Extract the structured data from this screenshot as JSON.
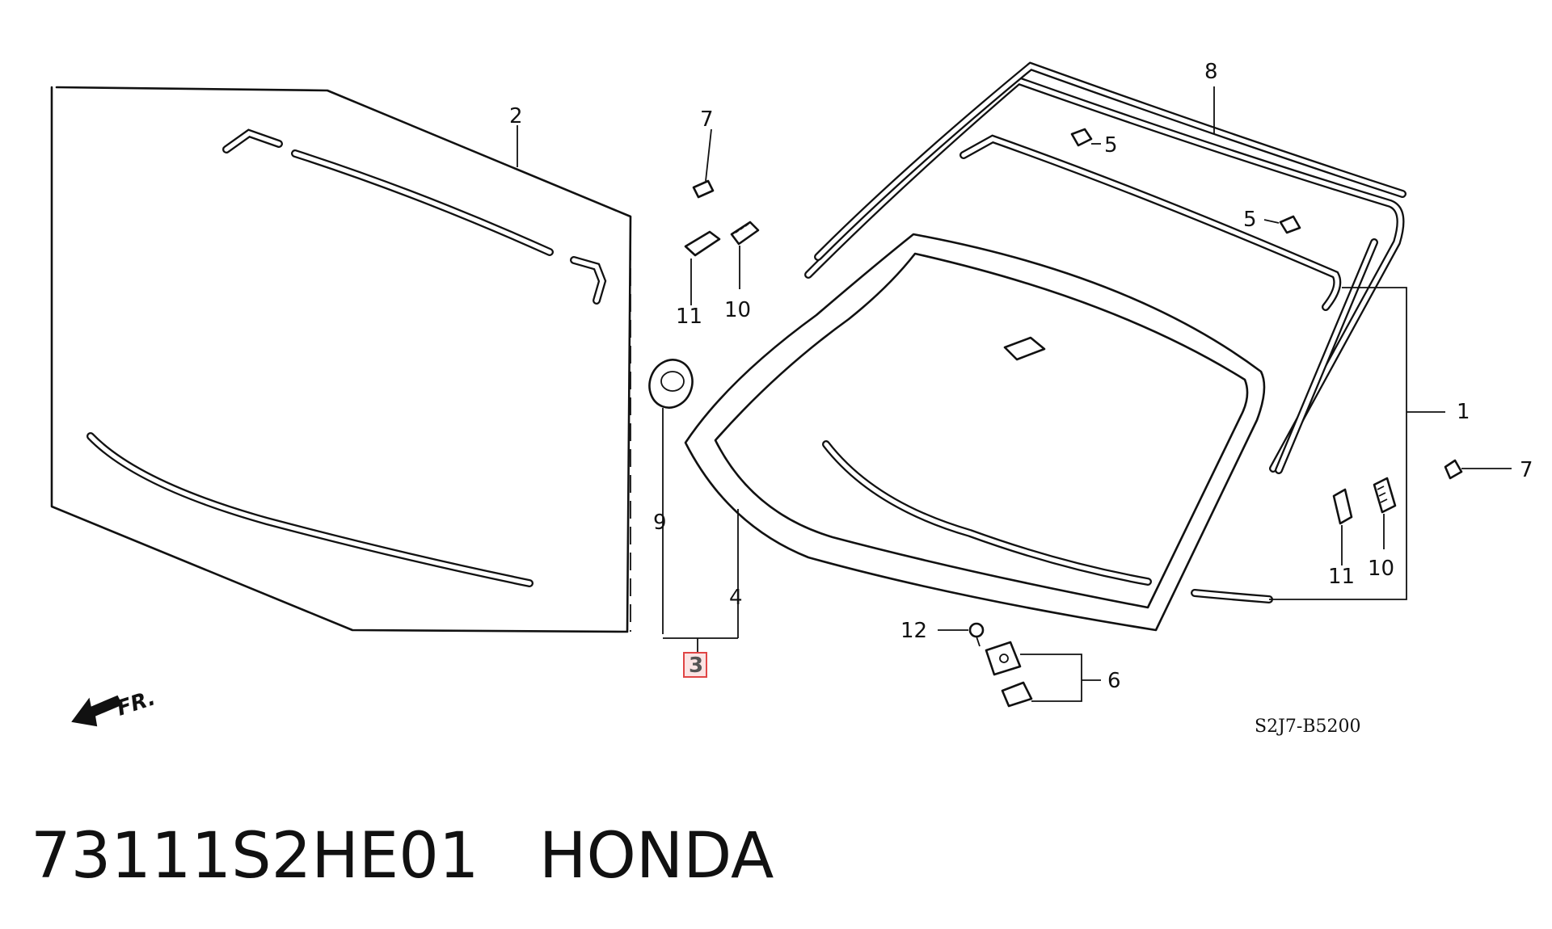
{
  "caption": {
    "part_number": "73111S2HE01",
    "brand": "HONDA"
  },
  "diagram": {
    "code": "S2J7-B5200",
    "front_label": "FR.",
    "highlighted_callout": "3",
    "callouts": {
      "c1": "1",
      "c2": "2",
      "c4": "4",
      "c5a": "5",
      "c5b": "5",
      "c6": "6",
      "c7a": "7",
      "c7b": "7",
      "c8": "8",
      "c9": "9",
      "c10a": "10",
      "c10b": "10",
      "c11a": "11",
      "c11b": "11",
      "c12": "12"
    }
  },
  "colors": {
    "line": "#111111",
    "highlight_border": "#e04545",
    "highlight_fill": "#fbe4e4"
  },
  "icons": [
    "front-arrow-icon"
  ]
}
